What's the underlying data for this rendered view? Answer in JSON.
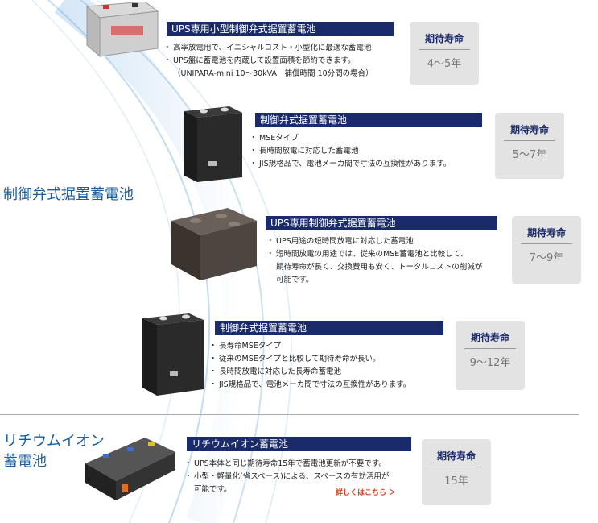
{
  "categories": {
    "vrla": "制御弁式据置蓄電池",
    "lithium_line1": "リチウムイオン",
    "lithium_line2": "蓄電池"
  },
  "products": [
    {
      "title": "UPS専用小型制御弁式据置蓄電池",
      "bullets": [
        "高率放電用で、イニシャルコスト・小型化に最適な蓄電池",
        "UPS盤に蓄電池を内蔵して設置面積を節約できます。",
        "（UNIPARA-mini 10～30kVA　補償時間 10分間の場合）"
      ],
      "life_label": "期待寿命",
      "life_value": "4～5年"
    },
    {
      "title": "制御弁式据置蓄電池",
      "bullets": [
        "MSEタイプ",
        "長時間放電に対応した蓄電池",
        "JIS規格品で、電池メーカ間で寸法の互換性があります。"
      ],
      "life_label": "期待寿命",
      "life_value": "5～7年"
    },
    {
      "title": "UPS専用制御弁式据置蓄電池",
      "bullets": [
        "UPS用途の短時間放電に対応した蓄電池",
        "短時間放電の用途では、従来のMSE蓄電池と比較して、",
        "期待寿命が長く、交換費用も安く、トータルコストの削減が",
        "可能です。"
      ],
      "life_label": "期待寿命",
      "life_value": "7～9年"
    },
    {
      "title": "制御弁式据置蓄電池",
      "bullets": [
        "長寿命MSEタイプ",
        "従来のMSEタイプと比較して期待寿命が長い。",
        "長時間放電に対応した長寿命蓄電池",
        "JIS規格品で、電池メーカ間で寸法の互換性があります。"
      ],
      "life_label": "期待寿命",
      "life_value": "9～12年"
    },
    {
      "title": "リチウムイオン蓄電池",
      "bullets": [
        "UPS本体と同じ期待寿命15年で蓄電池更新が不要です。",
        "小型・軽量化(省スペース)による、スペースの有効活用が",
        "可能です。"
      ],
      "life_label": "期待寿命",
      "life_value": "15年",
      "more_link": "詳しくはこちら ＞"
    }
  ],
  "colors": {
    "accent": "#1a2a6a",
    "category": "#1a5fa0",
    "life_box": "#e3e3e3",
    "link": "#d04020"
  }
}
